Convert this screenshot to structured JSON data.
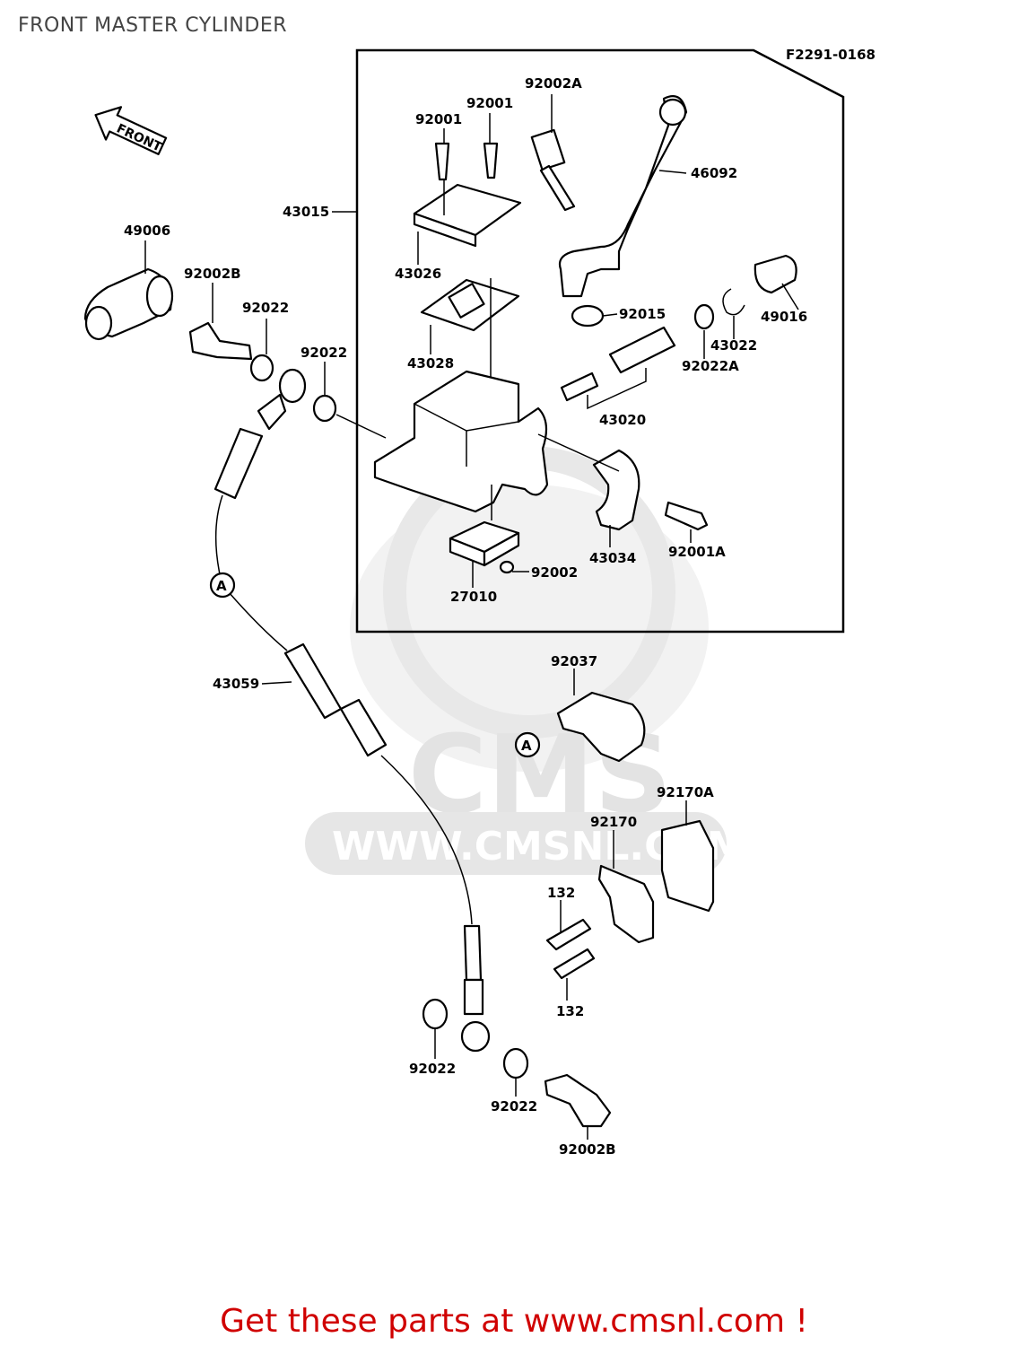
{
  "title": "FRONT MASTER CYLINDER",
  "figure_code": "F2291-0168",
  "front_arrow": "FRONT",
  "callout_a": "A",
  "labels": {
    "p92002A": "92002A",
    "p92001_a": "92001",
    "p92001_b": "92001",
    "p46092": "46092",
    "p43015": "43015",
    "p43026": "43026",
    "p49006": "49006",
    "p92002B_top": "92002B",
    "p92022_1": "92022",
    "p92022_2": "92022",
    "p92015": "92015",
    "p49016": "49016",
    "p43022": "43022",
    "p92022A": "92022A",
    "p43028": "43028",
    "p43020": "43020",
    "p43034": "43034",
    "p92001A": "92001A",
    "p92002": "92002",
    "p27010": "27010",
    "p43059": "43059",
    "p92037": "92037",
    "p92170A": "92170A",
    "p92170": "92170",
    "p132_a": "132",
    "p132_b": "132",
    "p92022_3": "92022",
    "p92022_4": "92022",
    "p92002B_bottom": "92002B"
  },
  "watermark": {
    "brand": "CMS",
    "url": "WWW.CMSNL.COM"
  },
  "promo": "Get these parts at www.cmsnl.com !"
}
